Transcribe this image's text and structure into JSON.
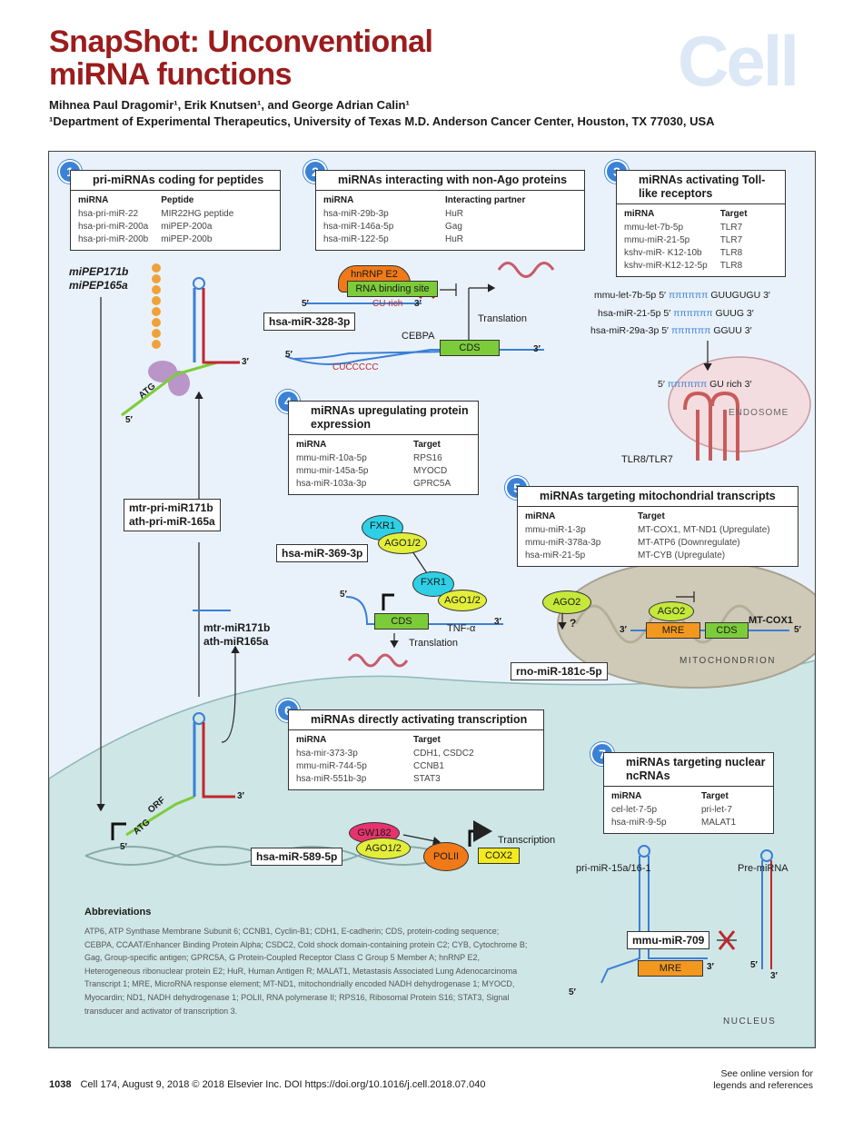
{
  "header": {
    "title_line1": "SnapShot: Unconventional",
    "title_line2": "miRNA functions",
    "authors": "Mihnea Paul Dragomir¹, Erik Knutsen¹, and George Adrian Calin¹",
    "affiliation": "¹Department of Experimental Therapeutics, University of Texas M.D. Anderson Cancer Center, Houston, TX 77030, USA",
    "logo": "Cell"
  },
  "panels": [
    {
      "num": "1",
      "title": "pri-miRNAs coding for peptides",
      "col1": "miRNA",
      "col2": "Peptide",
      "rows": [
        [
          "hsa-pri-miR-22",
          "MIR22HG peptide"
        ],
        [
          "hsa-pri-miR-200a",
          "miPEP-200a"
        ],
        [
          "hsa-pri-miR-200b",
          "miPEP-200b"
        ]
      ]
    },
    {
      "num": "2",
      "title": "miRNAs interacting with non-Ago proteins",
      "col1": "miRNA",
      "col2": "Interacting partner",
      "rows": [
        [
          "hsa-miR-29b-3p",
          "HuR"
        ],
        [
          "hsa-miR-146a-5p",
          "Gag"
        ],
        [
          "hsa-miR-122-5p",
          "HuR"
        ]
      ]
    },
    {
      "num": "3",
      "title": "miRNAs activating Toll-like receptors",
      "col1": "miRNA",
      "col2": "Target",
      "rows": [
        [
          "mmu-let-7b-5p",
          "TLR7"
        ],
        [
          "mmu-miR-21-5p",
          "TLR7"
        ],
        [
          "kshv-miR- K12-10b",
          "TLR8"
        ],
        [
          "kshv-miR-K12-12-5p",
          "TLR8"
        ]
      ]
    },
    {
      "num": "4",
      "title": "miRNAs upregulating protein expression",
      "col1": "miRNA",
      "col2": "Target",
      "rows": [
        [
          "mmu-miR-10a-5p",
          "RPS16"
        ],
        [
          "mmu-mir-145a-5p",
          "MYOCD"
        ],
        [
          "hsa-miR-103a-3p",
          "GPRC5A"
        ]
      ]
    },
    {
      "num": "5",
      "title": "miRNAs targeting mitochondrial transcripts",
      "col1": "miRNA",
      "col2": "Target",
      "rows": [
        [
          "mmu-miR-1-3p",
          "MT-COX1, MT-ND1 (Upregulate)"
        ],
        [
          "mmu-miR-378a-3p",
          "MT-ATP6 (Downregulate)"
        ],
        [
          "hsa-miR-21-5p",
          "MT-CYB (Upregulate)"
        ]
      ]
    },
    {
      "num": "6",
      "title": "miRNAs directly activating transcription",
      "col1": "miRNA",
      "col2": "Target",
      "rows": [
        [
          "hsa-mir-373-3p",
          "CDH1, CSDC2"
        ],
        [
          "mmu-miR-744-5p",
          "CCNB1"
        ],
        [
          "hsa-miR-551b-3p",
          "STAT3"
        ]
      ]
    },
    {
      "num": "7",
      "title": "miRNAs targeting nuclear ncRNAs",
      "col1": "miRNA",
      "col2": "Target",
      "rows": [
        [
          "cel-let-7-5p",
          "pri-let-7"
        ],
        [
          "hsa-miR-9-5p",
          "MALAT1"
        ]
      ]
    }
  ],
  "labels": {
    "mipep": "miPEP171b",
    "mipep2": "miPEP165a",
    "pri_plant1": "mtr-pri-miR171b",
    "pri_plant2": "ath-pri-miR-165a",
    "mature_plant1": "mtr-miR171b",
    "mature_plant2": "ath-miR165a",
    "hnrnp": "hnRNP E2",
    "rbs": "RNA binding site",
    "curich": "CU rich",
    "mir328": "hsa-miR-328-3p",
    "cebpa": "CEBPA",
    "cds": "CDS",
    "cucccc": "CUCCCCC",
    "translation": "Translation",
    "tlr_mir1": "mmu-let-7b-5p",
    "tlr_seq1": "GUUGUGU",
    "tlr_mir2": "hsa-miR-21-5p",
    "tlr_seq2": "GUUG",
    "tlr_mir3": "hsa-miR-29a-3p",
    "tlr_seq3": "GGUU",
    "gurich": "GU rich",
    "endosome": "ENDOSOME",
    "tlr": "TLR8/TLR7",
    "fxr1": "FXR1",
    "ago12": "AGO1/2",
    "mir369": "hsa-miR-369-3p",
    "tnfa": "TNF-α",
    "ago2": "AGO2",
    "qmark": "?",
    "mre": "MRE",
    "mtcox1": "MT-COX1",
    "mito": "MITOCHONDRION",
    "mir181": "rno-miR-181c-5p",
    "orf": "ORF",
    "atg": "ATG",
    "gw182": "GW182",
    "polii": "POLII",
    "cox2": "COX2",
    "transcription": "Transcription",
    "mir589": "hsa-miR-589-5p",
    "pri15": "pri-miR-15a/16-1",
    "premirna": "Pre-miRNA",
    "mir709": "mmu-miR-709",
    "nucleus": "NUCLEUS",
    "three": "3′",
    "five": "5′"
  },
  "abbreviations": {
    "heading": "Abbreviations",
    "text": "ATP6, ATP Synthase Membrane Subunit 6; CCNB1, Cyclin-B1; CDH1, E-cadherin; CDS, protein-coding sequence; CEBPA, CCAAT/Enhancer Binding Protein Alpha; CSDC2, Cold shock domain-containing protein C2; CYB, Cytochrome B; Gag, Group-specific antigen; GPRC5A, G Protein-Coupled Receptor Class C Group 5 Member A; hnRNP E2, Heterogeneous ribonuclear protein E2; HuR, Human Antigen R; MALAT1, Metastasis Associated Lung Adenocarcinoma Transcript 1; MRE, MicroRNA response element; MT-ND1, mitochondrially encoded NADH dehydrogenase 1; MYOCD, Myocardin; ND1, NADH dehydrogenase 1; POLII, RNA polymerase II; RPS16, Ribosomal Protein S16; STAT3, Signal transducer and activator of transcription 3."
  },
  "footer": {
    "page": "1038",
    "citation": "Cell 174, August 9, 2018 © 2018 Elsevier Inc.    DOI https://doi.org/10.1016/j.cell.2018.07.040",
    "online1": "See online version for",
    "online2": "legends and references"
  },
  "colors": {
    "title": "#9b1c1c",
    "badge": "#3b82d6",
    "rna_blue": "#3b7fd6",
    "rna_red": "#c0262d",
    "green_box": "#7ccc3a",
    "orange": "#f07a18",
    "cyan": "#2fd0e6",
    "yellow": "#f3ea20",
    "mito": "#cfcab8",
    "endosome": "#f4dde0",
    "nucleus": "#cfe6e6"
  }
}
